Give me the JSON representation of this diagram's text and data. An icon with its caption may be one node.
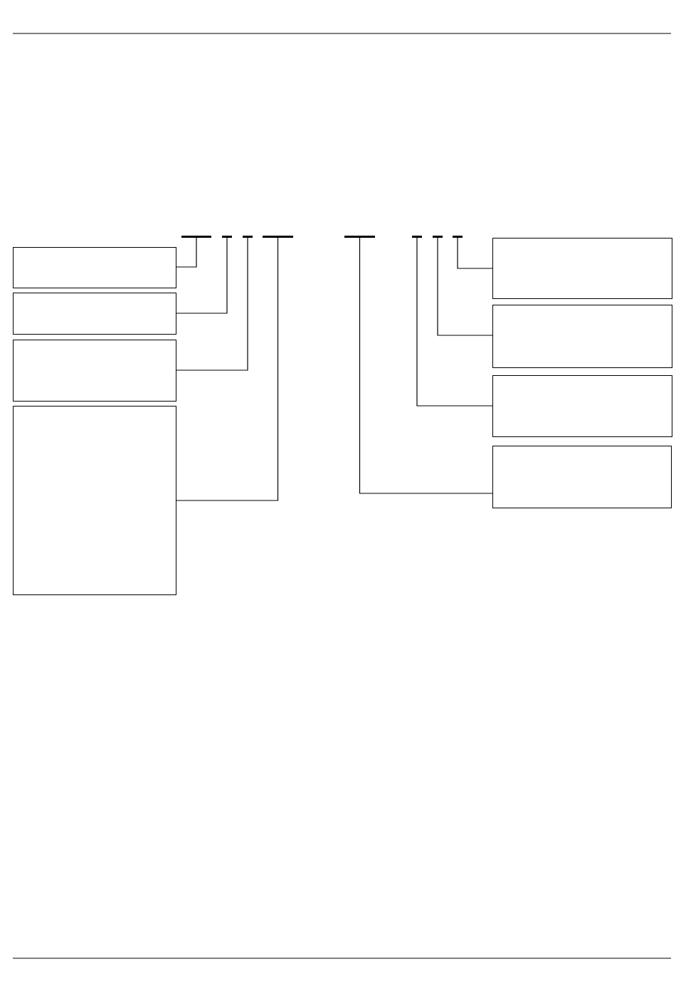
{
  "diagram": {
    "nodes": [
      {
        "text": [],
        "shape": "bar"
      },
      {
        "text": [],
        "shape": "bar"
      },
      {
        "text": [],
        "shape": "bar"
      },
      {
        "text": [],
        "shape": "bar"
      },
      {
        "text": [],
        "shape": "bar"
      },
      {
        "text": [],
        "shape": "bar"
      },
      {
        "text": [],
        "shape": "bar"
      },
      {
        "text": [],
        "shape": "bar"
      },
      {
        "text": [],
        "shape": "box"
      },
      {
        "text": [],
        "shape": "box"
      },
      {
        "text": [],
        "shape": "box"
      },
      {
        "text": [],
        "shape": "box"
      },
      {
        "text": [],
        "shape": "box"
      },
      {
        "text": [],
        "shape": "box"
      },
      {
        "text": [],
        "shape": "box"
      },
      {
        "text": [],
        "shape": "box"
      }
    ],
    "edges": [
      {
        "from": 8,
        "to": 0,
        "arrow": "none"
      },
      {
        "from": 9,
        "to": 1,
        "arrow": "none"
      },
      {
        "from": 10,
        "to": 2,
        "arrow": "none"
      },
      {
        "from": 11,
        "to": 3,
        "arrow": "none"
      },
      {
        "from": 12,
        "to": 7,
        "arrow": "none"
      },
      {
        "from": 13,
        "to": 6,
        "arrow": "none"
      },
      {
        "from": 14,
        "to": 5,
        "arrow": "none"
      },
      {
        "from": 15,
        "to": 4,
        "arrow": "none"
      }
    ]
  }
}
